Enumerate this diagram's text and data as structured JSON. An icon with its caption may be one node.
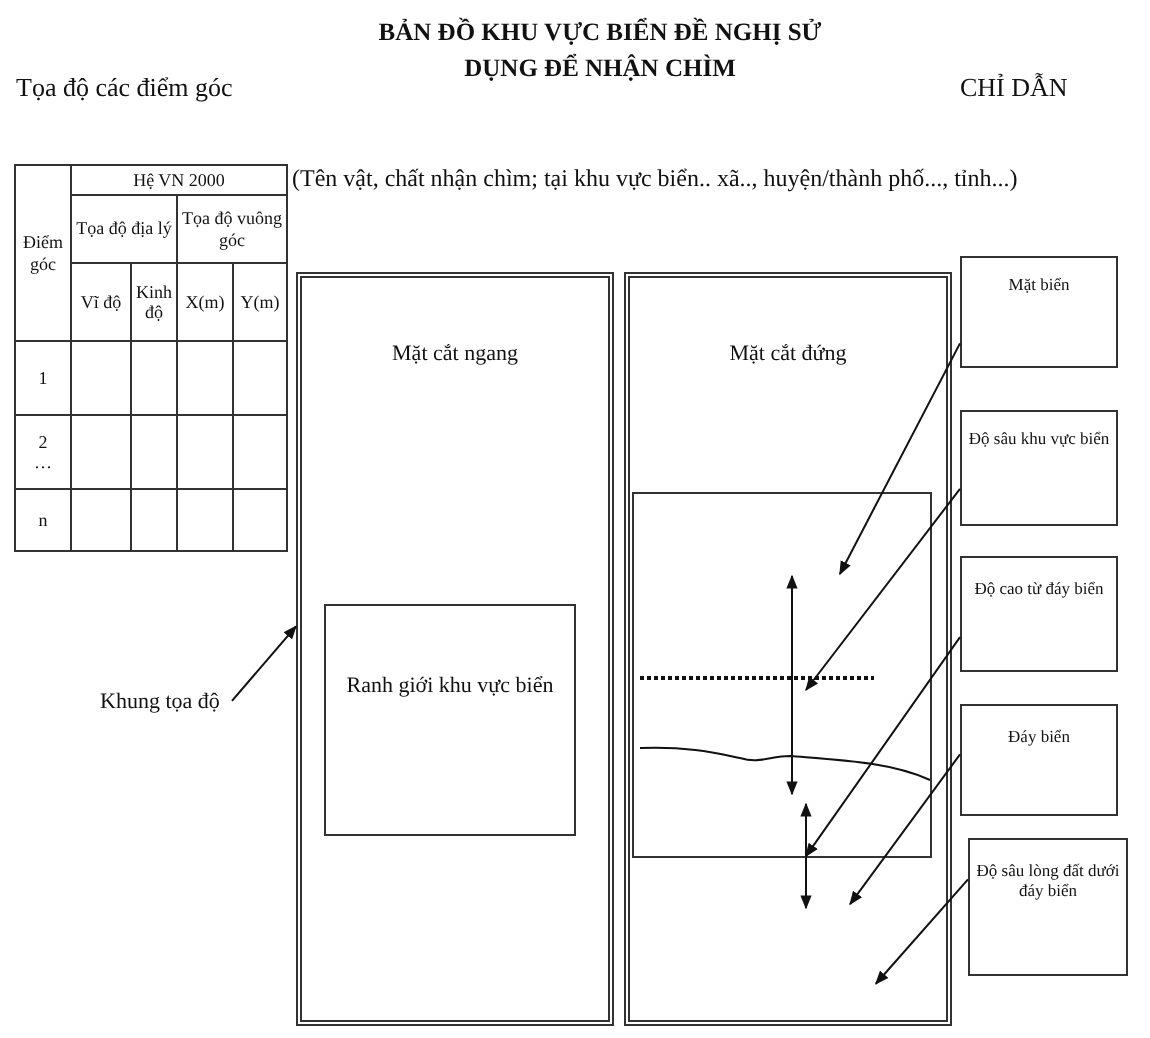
{
  "diagram": {
    "title": "BẢN ĐỒ KHU VỰC BIỂN ĐỀ NGHỊ SỬ DỤNG ĐỂ NHẬN CHÌM",
    "nodes": [
      {
        "text": [
          "Mặt cắt ngang"
        ]
      },
      {
        "text": [
          "Ranh giới khu vực biển"
        ],
        "in": 0
      },
      {
        "text": [
          "Mặt cắt đứng"
        ]
      },
      {
        "text": [],
        "shape": "box",
        "in": 2
      },
      {
        "text": [
          "Mặt biển"
        ]
      },
      {
        "text": [
          "Độ sâu khu vực biển"
        ]
      },
      {
        "text": [
          "Độ cao từ đáy biển"
        ]
      },
      {
        "text": [
          "Đáy biển"
        ]
      },
      {
        "text": [
          "Độ sâu lòng đất dưới đáy biển"
        ]
      },
      {
        "text": [
          "Khung tọa độ"
        ]
      }
    ],
    "edges": [
      {
        "from": 9,
        "to": 0,
        "arrow": "to"
      },
      {
        "from": 4,
        "to": 3,
        "arrow": "to"
      },
      {
        "from": 5,
        "to": 3,
        "arrow": "to"
      },
      {
        "from": 6,
        "to": 3,
        "arrow": "to"
      },
      {
        "from": 7,
        "to": 3,
        "arrow": "to"
      },
      {
        "from": 8,
        "to": 2,
        "arrow": "to"
      }
    ],
    "labels": [
      "Tọa độ các điểm góc",
      "CHỈ DẪN",
      "Điểm góc",
      "Hệ VN 2000",
      "(Tên vật, chất nhận chìm; tại khu vực biển.. xã.., huyện/thành phố..., tỉnh...)",
      "Tọa độ địa lý",
      "Tọa độ vuông góc",
      "Vĩ độ",
      "Kinh độ",
      "X(m)",
      "Y(m)",
      "1",
      "2",
      "…",
      "n"
    ]
  }
}
